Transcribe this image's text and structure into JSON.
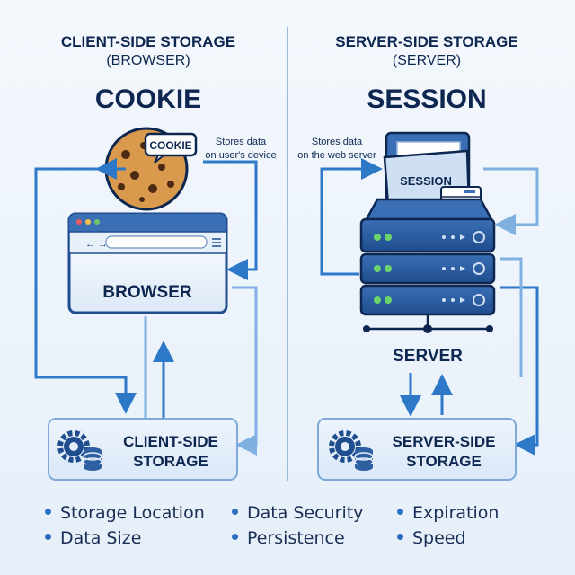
{
  "client": {
    "heading": "CLIENT-SIDE STORAGE",
    "subheading": "(BROWSER)",
    "title": "COOKIE",
    "cookie_tag": "COOKIE",
    "note_line1": "Stores data",
    "note_line2": "on user's device",
    "browser_label": "BROWSER",
    "storage_line1": "CLIENT-SIDE",
    "storage_line2": "STORAGE"
  },
  "server": {
    "heading": "SERVER-SIDE STORAGE",
    "subheading": "(SERVER)",
    "title": "SESSION",
    "folder_label": "SESSION",
    "note_line1": "Stores data",
    "note_line2": "on the web server",
    "server_label": "SERVER",
    "storage_line1": "SERVER-SIDE",
    "storage_line2": "STORAGE"
  },
  "legend": {
    "items": [
      "Storage Location",
      "Data Security",
      "Expiration",
      "Data Size",
      "Persistence",
      "Speed"
    ]
  },
  "colors": {
    "primary": "#1f5fae",
    "arrow": "#2e78c8",
    "arrow_light": "#7fb0e0",
    "panel": "#e4eefa",
    "dark_text": "#0d2750"
  },
  "icons": {
    "cookie": "cookie-icon",
    "gear": "gear-icon",
    "database": "database-icon",
    "folder": "folder-icon",
    "server": "server-rack-icon"
  }
}
